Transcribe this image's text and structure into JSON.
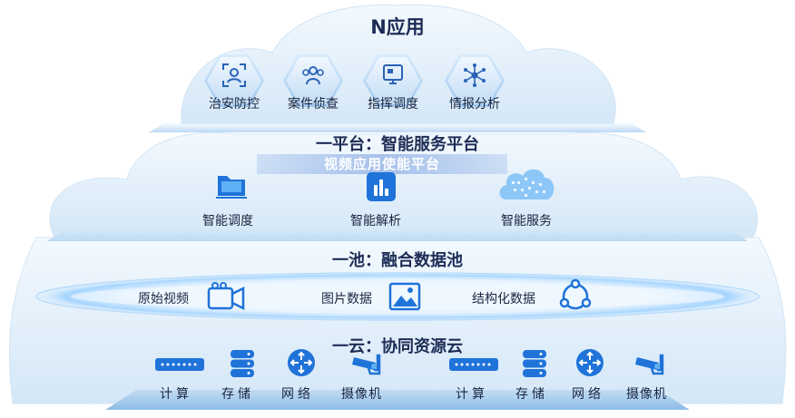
{
  "titles": {
    "n_apps": "N应用",
    "platform": "一平台：智能服务平台",
    "video_platform": "视频应用使能平台",
    "pool": "一池：融合数据池",
    "cloud": "一云：协同资源云"
  },
  "apps": [
    {
      "label": "治安防控",
      "icon": "face-scan-icon"
    },
    {
      "label": "案件侦查",
      "icon": "people-group-icon"
    },
    {
      "label": "指挥调度",
      "icon": "command-terminal-icon"
    },
    {
      "label": "情报分析",
      "icon": "network-node-icon"
    }
  ],
  "services": [
    {
      "label": "智能调度",
      "icon": "folder-icon"
    },
    {
      "label": "智能解析",
      "icon": "bar-chart-icon"
    },
    {
      "label": "智能服务",
      "icon": "digital-cloud-icon"
    }
  ],
  "pool_items": [
    {
      "label": "原始视频",
      "icon": "video-camera-icon"
    },
    {
      "label": "图片数据",
      "icon": "image-icon"
    },
    {
      "label": "结构化数据",
      "icon": "graph-nodes-icon"
    }
  ],
  "resources": [
    {
      "label": "计算",
      "icon": "server-rack-icon"
    },
    {
      "label": "存储",
      "icon": "storage-disk-icon"
    },
    {
      "label": "网络",
      "icon": "network-router-icon"
    },
    {
      "label": "摄像机",
      "icon": "cctv-camera-icon"
    },
    {
      "label": "计算",
      "icon": "server-rack-icon"
    },
    {
      "label": "存储",
      "icon": "storage-disk-icon"
    },
    {
      "label": "网络",
      "icon": "network-router-icon"
    },
    {
      "label": "摄像机",
      "icon": "cctv-camera-icon"
    }
  ],
  "colors": {
    "cloud_fill": "#e3f0fb",
    "accent_blue": "#1f73d9",
    "title_navy": "#1c2c55"
  }
}
